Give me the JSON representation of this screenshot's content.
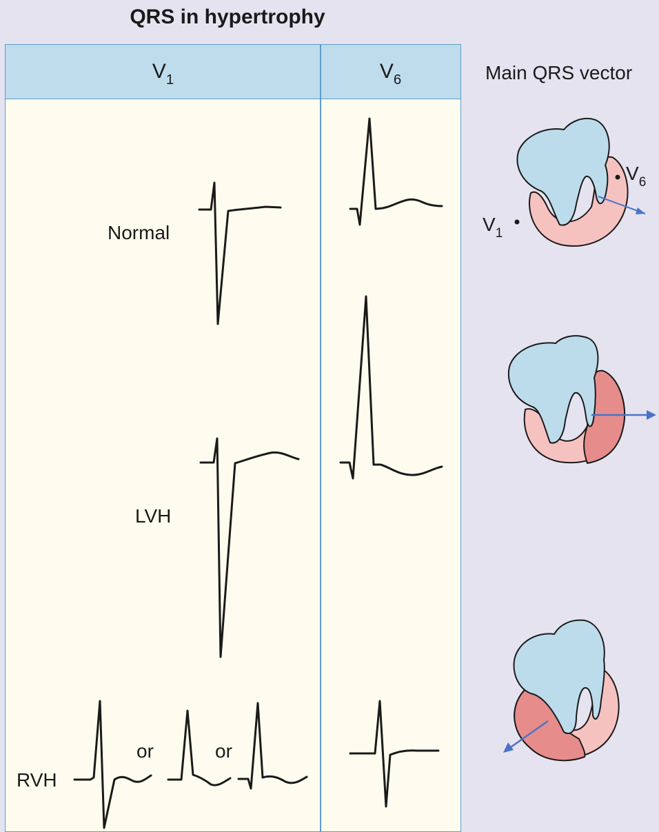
{
  "title": "QRS in hypertrophy",
  "columns": {
    "v1_label": "V",
    "v1_sub": "1",
    "v6_label": "V",
    "v6_sub": "6"
  },
  "vector_column_title": "Main QRS vector",
  "rows": [
    {
      "label": "Normal"
    },
    {
      "label": "LVH"
    },
    {
      "label": "RVH"
    }
  ],
  "rvh_connector": "or",
  "heart_leads": {
    "v1_label": "V",
    "v1_sub": "1",
    "v6_label": "V",
    "v6_sub": "6"
  },
  "colors": {
    "background": "#e6e3f0",
    "panel": "#fdfcee",
    "header": "#bfdcec",
    "border": "#5d9cc9",
    "ventricle_cavity": "#bcdcec",
    "myocardium": "#f6c2c0",
    "hypertrophied_wall": "#e68d8b",
    "vector_arrow": "#4a73c8"
  }
}
